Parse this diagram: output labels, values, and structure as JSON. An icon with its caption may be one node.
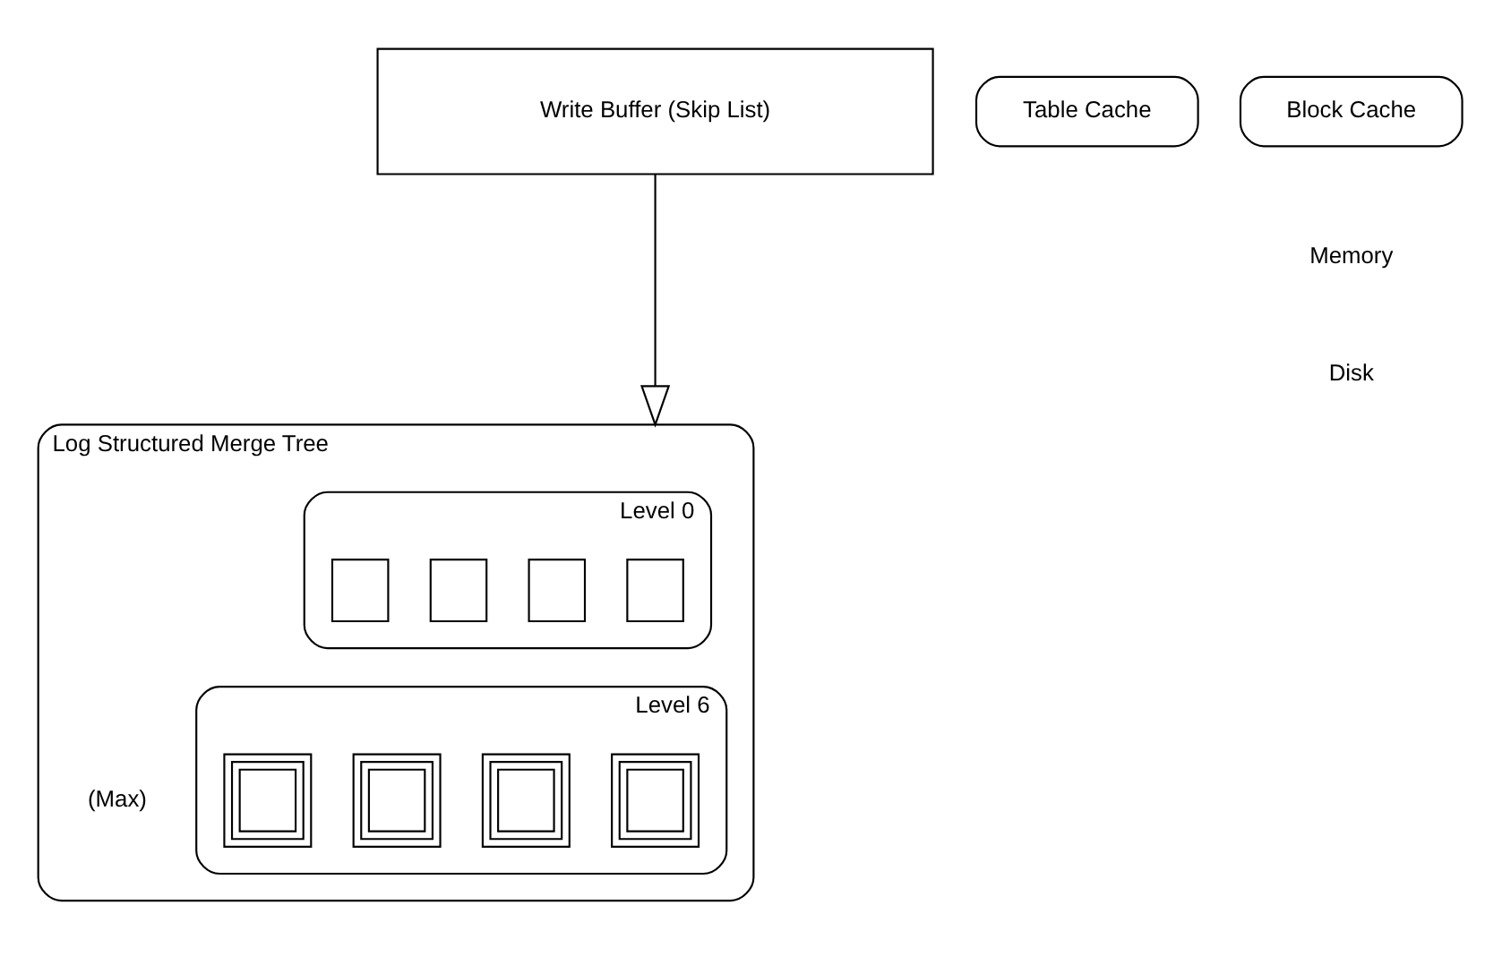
{
  "diagram": {
    "nodes": [
      {
        "text": [
          "Write Buffer (Skip List)"
        ]
      },
      {
        "text": [
          "Table Cache"
        ]
      },
      {
        "text": [
          "Block Cache"
        ]
      },
      {
        "text": [
          "Log Structured Merge Tree"
        ]
      },
      {
        "text": [
          "Level 0"
        ],
        "in": 3
      },
      {
        "text": [],
        "shape": "box",
        "in": 4
      },
      {
        "text": [],
        "shape": "box",
        "in": 4
      },
      {
        "text": [],
        "shape": "box",
        "in": 4
      },
      {
        "text": [],
        "shape": "box",
        "in": 4
      },
      {
        "text": [
          "Level 6"
        ],
        "in": 3,
        "beside": [
          "(Max)"
        ]
      },
      {
        "text": [],
        "shape": "box",
        "in": 9
      },
      {
        "text": [],
        "shape": "box",
        "in": 9
      },
      {
        "text": [],
        "shape": "box",
        "in": 9
      },
      {
        "text": [],
        "shape": "box",
        "in": 9
      }
    ],
    "edges": [
      {
        "from": 0,
        "to": 3,
        "arrow": "to"
      }
    ],
    "labels": [
      "Memory",
      "Disk"
    ]
  }
}
